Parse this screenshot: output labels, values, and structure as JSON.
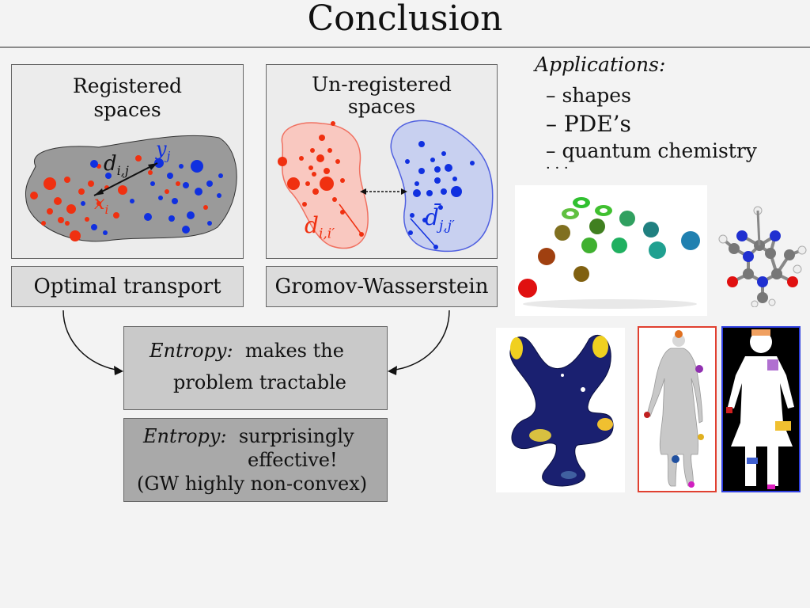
{
  "slide": {
    "title": "Conclusion"
  },
  "panels": {
    "registered": {
      "title_line1": "Registered",
      "title_line2": "spaces",
      "label": "Optimal transport"
    },
    "unregistered": {
      "title_line1": "Un-registered",
      "title_line2": "spaces",
      "label": "Gromov-Wasserstein"
    }
  },
  "math": {
    "d_ij": "d",
    "d_ij_sub": "i,j",
    "x_i": "x",
    "x_i_sub": "i",
    "y_j": "y",
    "y_j_sub": "j",
    "d_ii": "d",
    "d_ii_sub": "i,i′",
    "dbar_jj": "d̄",
    "dbar_jj_sub": "j,j′"
  },
  "entropy1": {
    "lead": "Entropy:",
    "line1_rest": "makes the",
    "line2": "problem tractable"
  },
  "entropy2": {
    "lead": "Entropy:",
    "line1_rest": "surprisingly",
    "line2": "effective!",
    "line3": "(GW highly non-convex)"
  },
  "applications": {
    "heading": "Applications:",
    "items": [
      "– shapes",
      "– PDE’s",
      "– quantum chemistry"
    ],
    "ellipsis": "· · ·"
  },
  "colors": {
    "red": "#f03010",
    "blue": "#1030e0",
    "red_shape_fill": "#f9c8c0",
    "blue_shape_fill": "#c8d0f0"
  }
}
